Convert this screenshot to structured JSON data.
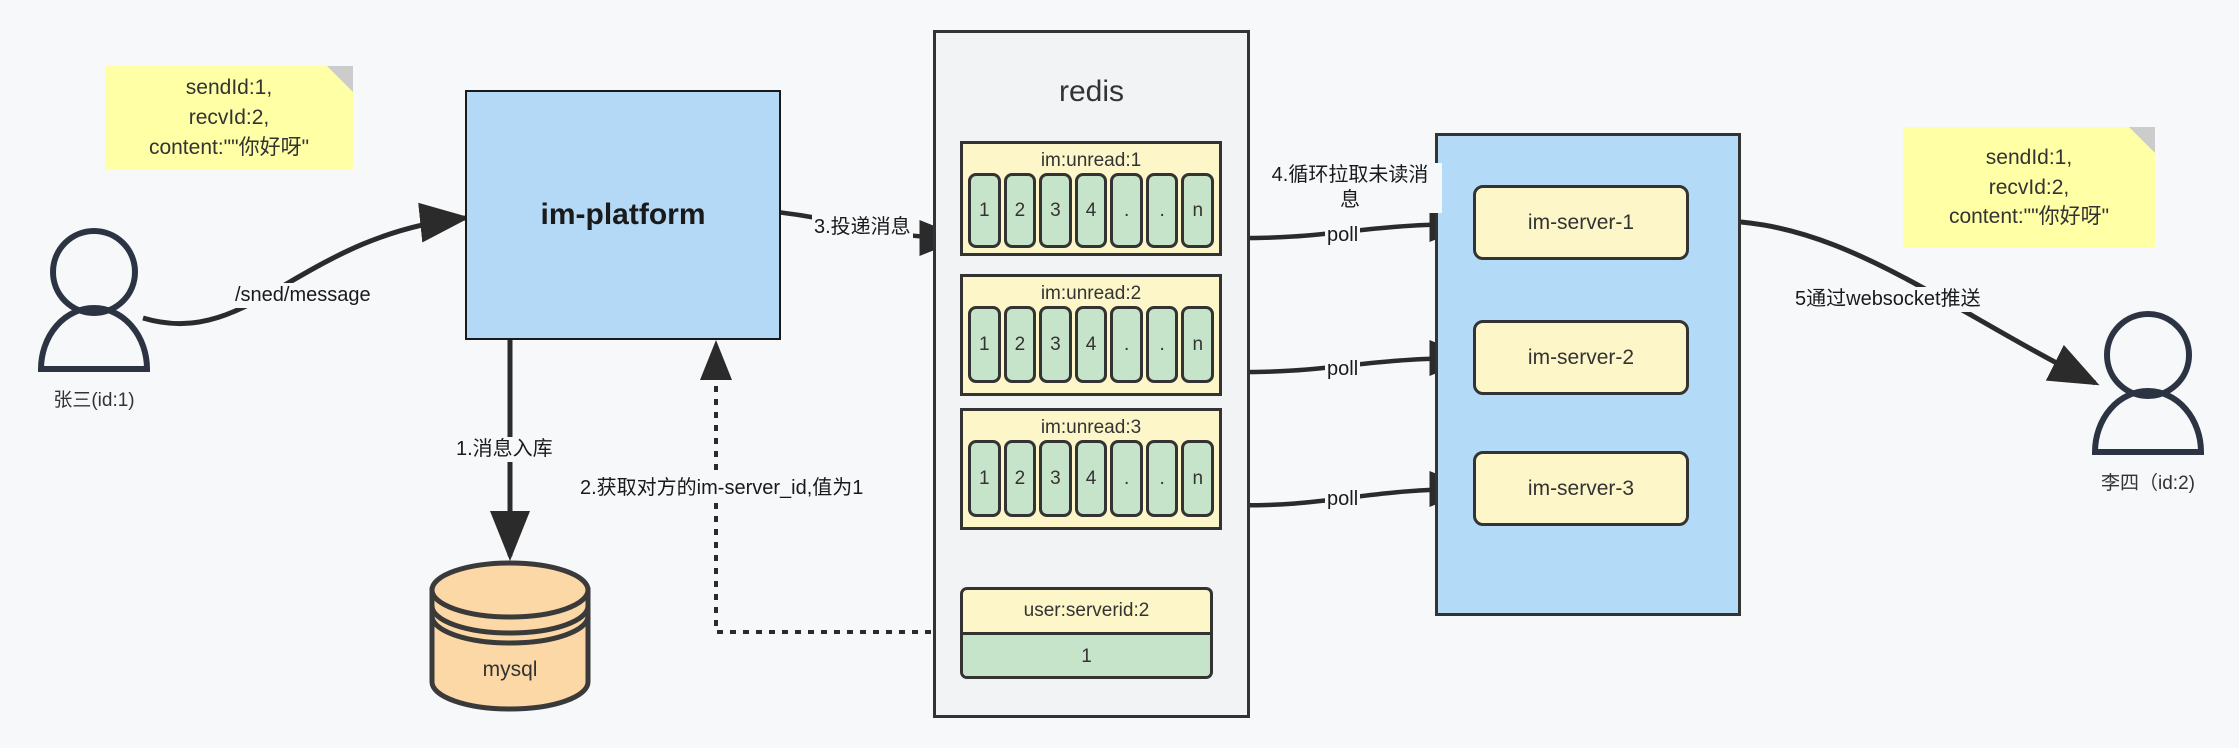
{
  "diagram": {
    "title": "IM message delivery architecture",
    "colors": {
      "background": "#f7f8fa",
      "sticky": "#ffffa6",
      "blue_box": "#b3d9f7",
      "group_blue": "#b3dbf7",
      "redis_panel": "#f2f3f5",
      "card_yellow": "#fdf6c8",
      "cell_green": "#c6e4ca",
      "db_orange": "#fbd8a5",
      "stroke": "#333333"
    }
  },
  "actors": {
    "sender": {
      "label": "张三(id:1)"
    },
    "receiver": {
      "label": "李四（id:2)"
    }
  },
  "notes": {
    "left": {
      "text": "sendId:1,\nrecvId:2,\ncontent:\"\"你好呀\""
    },
    "right": {
      "text": "sendId:1,\nrecvId:2,\ncontent:\"\"你好呀\""
    }
  },
  "services": {
    "platform": {
      "label": "im-platform"
    },
    "mysql": {
      "label": "mysql"
    },
    "redis": {
      "label": "redis"
    }
  },
  "redis_keys": [
    {
      "name": "im:unread:1",
      "cells": [
        "1",
        "2",
        "3",
        "4",
        ".",
        ".",
        "n"
      ]
    },
    {
      "name": "im:unread:2",
      "cells": [
        "1",
        "2",
        "3",
        "4",
        ".",
        ".",
        "n"
      ]
    },
    {
      "name": "im:unread:3",
      "cells": [
        "1",
        "2",
        "3",
        "4",
        ".",
        ".",
        "n"
      ]
    }
  ],
  "redis_kv": {
    "key": "user:serverid:2",
    "value": "1"
  },
  "servers": [
    {
      "label": "im-server-1"
    },
    {
      "label": "im-server-2"
    },
    {
      "label": "im-server-3"
    }
  ],
  "edges": {
    "send_message": "/sned/message",
    "step1": "1.消息入库",
    "step2": "2.获取对方的im-server_id,值为1",
    "step3": "3.投递消息",
    "step4": "4.循环拉取未读消\n息",
    "poll1": "poll",
    "poll2": "poll",
    "poll3": "poll",
    "step5": "5通过websocket推送"
  }
}
